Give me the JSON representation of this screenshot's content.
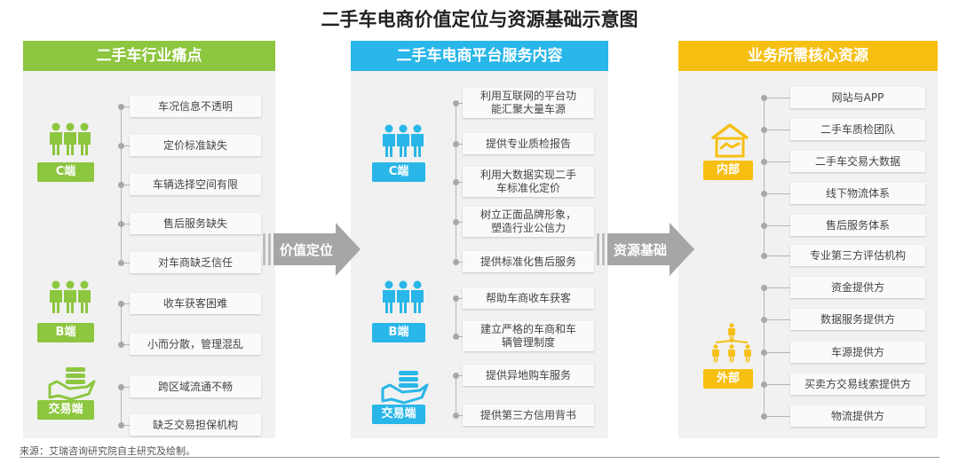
{
  "title": "二手车电商价值定位与资源基础示意图",
  "colors": {
    "green": "#8dc63f",
    "blue": "#29b6e8",
    "yellow": "#f6bf12",
    "arrow": "#a6a6a6"
  },
  "left": {
    "header": "二手车行业痛点",
    "groups": [
      {
        "badge": "C端",
        "icon": "people-icon",
        "items": [
          "车况信息不透明",
          "定价标准缺失",
          "车辆选择空间有限",
          "售后服务缺失",
          "对车商缺乏信任"
        ]
      },
      {
        "badge": "B端",
        "icon": "people-icon",
        "items": [
          "收车获客困难",
          "小而分散，管理混乱"
        ]
      },
      {
        "badge": "交易端",
        "icon": "hand-coins-icon",
        "items": [
          "跨区域流通不畅",
          "缺乏交易担保机构"
        ]
      }
    ]
  },
  "middle": {
    "header": "二手车电商平台服务内容",
    "groups": [
      {
        "badge": "C端",
        "icon": "people-icon",
        "items": [
          "利用互联网的平台功能汇聚大量车源",
          "提供专业质检报告",
          "利用大数据实现二手车标准化定价",
          "树立正面品牌形象，塑造行业公信力",
          "提供标准化售后服务"
        ]
      },
      {
        "badge": "B端",
        "icon": "people-icon",
        "items": [
          "帮助车商收车获客",
          "建立严格的车商和车辆管理制度"
        ]
      },
      {
        "badge": "交易端",
        "icon": "hand-coins-icon",
        "items": [
          "提供异地购车服务",
          "提供第三方信用背书"
        ]
      }
    ]
  },
  "right": {
    "header": "业务所需核心资源",
    "groups": [
      {
        "badge": "内部",
        "icon": "house-handshake-icon",
        "items": [
          "网站与APP",
          "二手车质检团队",
          "二手车交易大数据",
          "线下物流体系",
          "售后服务体系",
          "专业第三方评估机构"
        ]
      },
      {
        "badge": "外部",
        "icon": "network-people-icon",
        "items": [
          "资金提供方",
          "数据服务提供方",
          "车源提供方",
          "买卖方交易线索提供方",
          "物流提供方"
        ]
      }
    ]
  },
  "arrows": {
    "first": "价值定位",
    "second": "资源基础"
  },
  "source": "来源：艾瑞咨询研究院自主研究及绘制。"
}
